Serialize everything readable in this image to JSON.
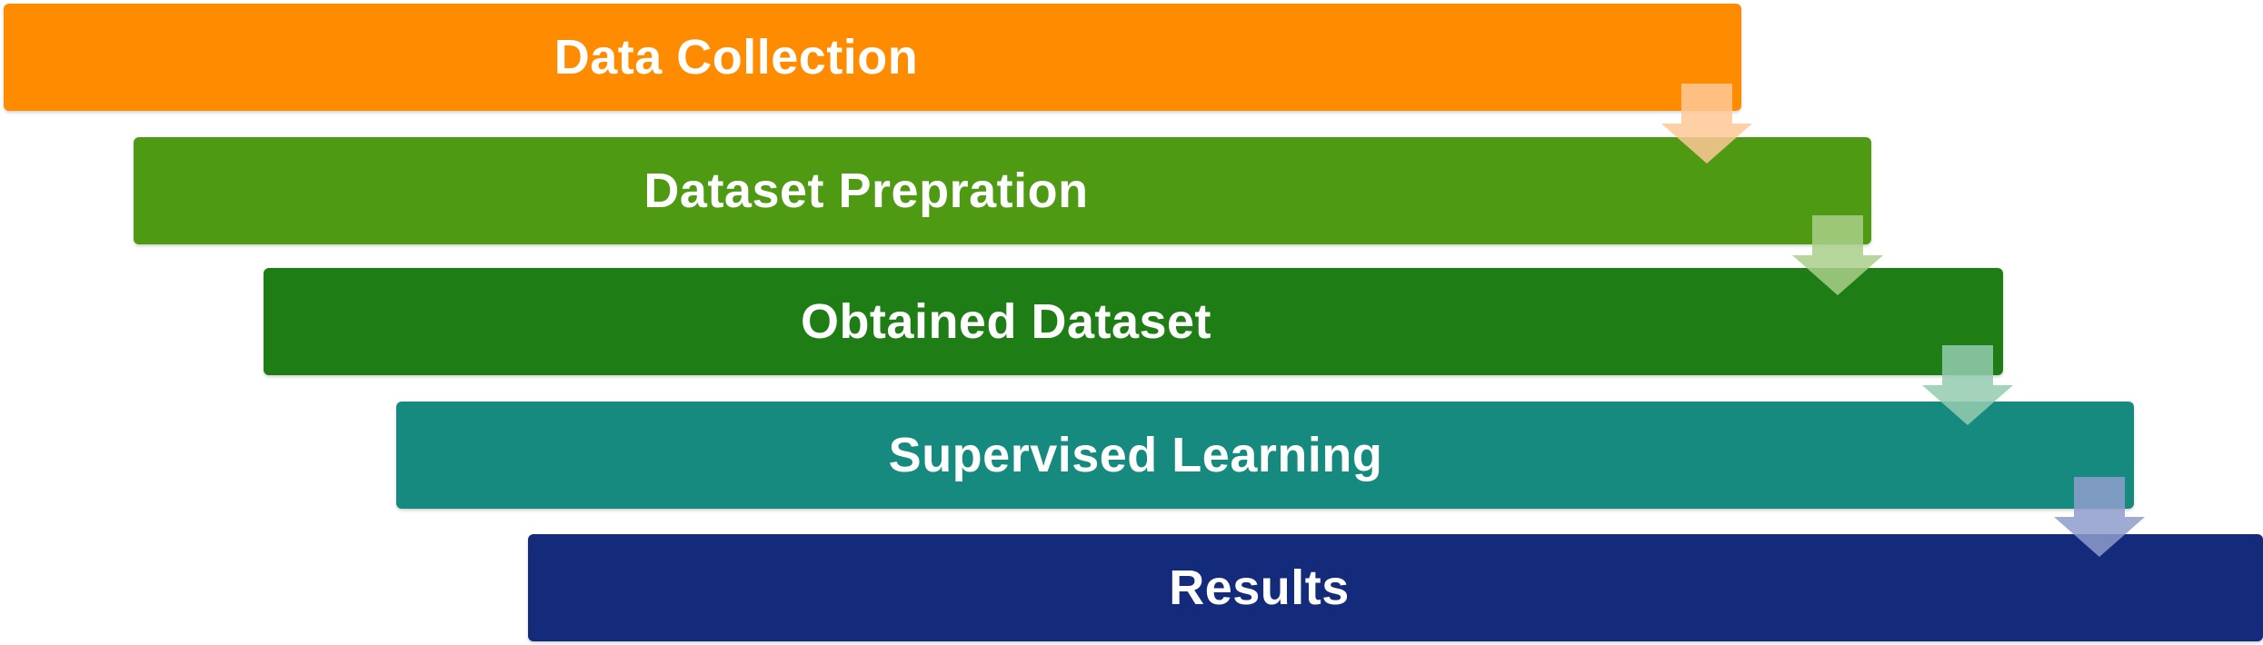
{
  "steps": [
    {
      "label": "Data Collection",
      "color": "#FF8C00"
    },
    {
      "label": "Dataset Prepration",
      "color": "#4E9A12"
    },
    {
      "label": "Obtained Dataset",
      "color": "#1E7D14"
    },
    {
      "label": "Supervised Learning",
      "color": "#178A7F"
    },
    {
      "label": "Results",
      "color": "#132B7A"
    }
  ],
  "arrows": [
    {
      "color": "#FFC896"
    },
    {
      "color": "#A9CF8A"
    },
    {
      "color": "#94CBB0"
    },
    {
      "color": "#8F9CCB"
    }
  ]
}
